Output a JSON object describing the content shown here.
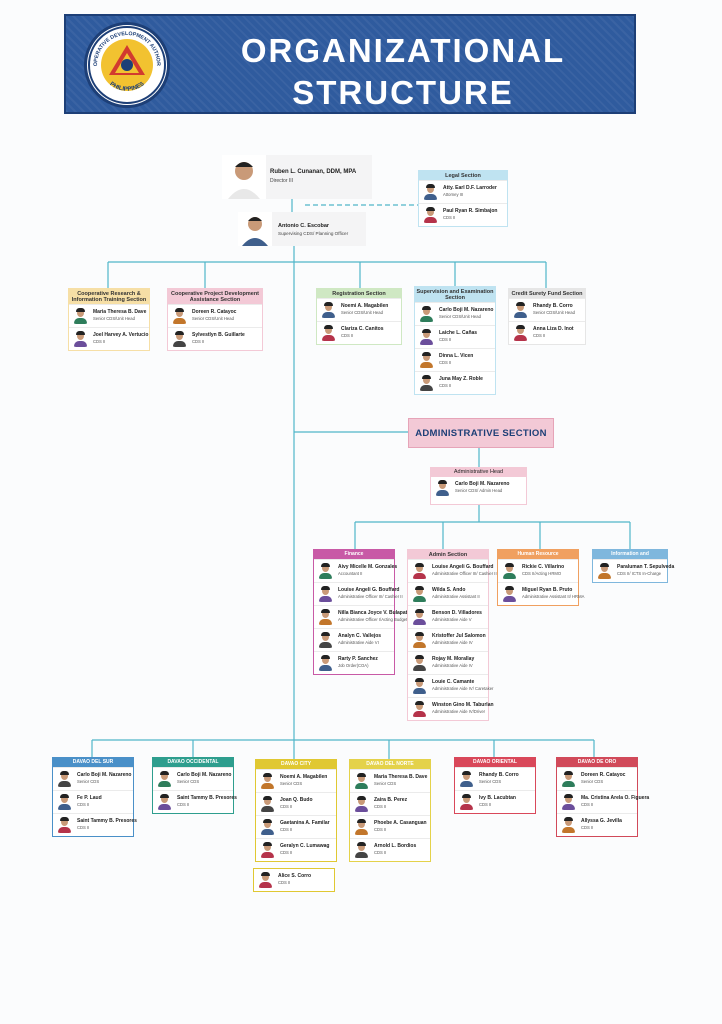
{
  "banner": {
    "title_line1": "ORGANIZATIONAL",
    "title_line2": "STRUCTURE",
    "logo_text": "COOPERATIVE DEVELOPMENT AUTHORITY",
    "logo_country": "PHILIPPINES"
  },
  "director": {
    "name": "Ruben L. Cunanan, DDM, MPA",
    "role": "Director III"
  },
  "assistant": {
    "name": "Antonio C. Escobar",
    "role": "Supervising CDS/ Planning Officer"
  },
  "sections_top": [
    {
      "title": "Legal Section",
      "color": "#bfe3f1",
      "members": [
        {
          "name": "Atty. Earl D.F. Larroder",
          "role": "Attorney III"
        },
        {
          "name": "Paul Ryan R. Simbajon",
          "role": "CDS II"
        }
      ]
    },
    {
      "title": "Cooperative Research & Information Training Section",
      "color": "#f6dfa6",
      "members": [
        {
          "name": "Maria Theresa B. Dave",
          "role": "Senior CDS/Unit Head"
        },
        {
          "name": "Joel Harvey A. Vertucio",
          "role": "CDS II"
        }
      ]
    },
    {
      "title": "Cooperative Project Development Assistance Section",
      "color": "#f3c9d6",
      "members": [
        {
          "name": "Doreen R. Catayoc",
          "role": "Senior CDS/Unit Head"
        },
        {
          "name": "Sylvestlyn B. Guillarte",
          "role": "CDS II"
        }
      ]
    },
    {
      "title": "Registration Section",
      "color": "#cfe8c3",
      "members": [
        {
          "name": "Noemi A. Magabilen",
          "role": "Senior CDS/Unit Head"
        },
        {
          "name": "Clariza C. Canitos",
          "role": "CDS II"
        }
      ]
    },
    {
      "title": "Supervision and Examination Section",
      "color": "#bfe3f1",
      "members": [
        {
          "name": "Carlo Boji M. Nazareno",
          "role": "Senior CDS/Unit Head"
        },
        {
          "name": "Laiche L. Cañas",
          "role": "CDS II"
        },
        {
          "name": "Dinna L. Vicen",
          "role": "CDS II"
        },
        {
          "name": "Juna May Z. Roble",
          "role": "CDS II"
        }
      ]
    },
    {
      "title": "Credit Surety Fund Section",
      "color": "#e6e6e6",
      "members": [
        {
          "name": "Rhandy B. Corro",
          "role": "Senior CDS/Unit Head"
        },
        {
          "name": "Anna Liza D. Inot",
          "role": "CDS II"
        }
      ]
    }
  ],
  "administrative": {
    "title": "ADMINISTRATIVE SECTION",
    "head_caption": "Administrative Head",
    "head": {
      "name": "Carlo Boji M. Nazareno",
      "role": "Senior CDS/ Admin Head"
    }
  },
  "admin_units": [
    {
      "title": "Finance",
      "color": "#c85aa6",
      "members": [
        {
          "name": "Aivy Micelle M. Gonzales",
          "role": "Accountant II"
        },
        {
          "name": "Louise Angeli G. Bouffard",
          "role": "Administrative Officer III/ Cashier II"
        },
        {
          "name": "Nilla Bianca Joyce V. Bulapat",
          "role": "Administrative Officer I/Acting Budget Officer"
        },
        {
          "name": "Analyn C. Vallejos",
          "role": "Administrative Aide VI"
        },
        {
          "name": "Rarty P. Sanchez",
          "role": "Job Order(COA)"
        }
      ]
    },
    {
      "title": "Admin Section",
      "color": "#f3c9d6",
      "members": [
        {
          "name": "Louise Angeli G. Bouffard",
          "role": "Administrative Officer III/ Cashier II"
        },
        {
          "name": "Wilda S. Ando",
          "role": "Administrative Assistant II"
        },
        {
          "name": "Benson D. Villadores",
          "role": "Administrative Aide V"
        },
        {
          "name": "Kristoffer Jul Salomon",
          "role": "Administrative Aide IV"
        },
        {
          "name": "Rojay M. Morallay",
          "role": "Administrative Aide IV"
        },
        {
          "name": "Louie C. Camante",
          "role": "Administrative Aide IV/ Caretaker"
        },
        {
          "name": "Winston Gino M. Taburlan",
          "role": "Administrative Aide IV/Driver"
        }
      ]
    },
    {
      "title": "Human Resource",
      "color": "#f0a060",
      "members": [
        {
          "name": "Rickie C. Villarino",
          "role": "CDS II/Acting HRMO"
        },
        {
          "name": "Miguel Ryan B. Pruto",
          "role": "Administrative Assistant II/ HRMA"
        }
      ]
    },
    {
      "title": "Information and Communications Technology Section",
      "color": "#7fb7dd",
      "members": [
        {
          "name": "Paraluman T. Sepulveda",
          "role": "CDS II/ ICTS In-Charge"
        }
      ]
    }
  ],
  "provinces": [
    {
      "title": "DAVAO DEL SUR",
      "color": "#4a90c8",
      "members": [
        {
          "name": "Carlo Boji M. Nazareno",
          "role": "Senior CDS"
        },
        {
          "name": "Fe P. Laud",
          "role": "CDS II"
        },
        {
          "name": "Saint Tammy B. Presores",
          "role": "CDS II"
        }
      ]
    },
    {
      "title": "DAVAO OCCIDENTAL",
      "color": "#2e9e8e",
      "members": [
        {
          "name": "Carlo Boji M. Nazareno",
          "role": "Senior CDS"
        },
        {
          "name": "Saint Tammy B. Presores",
          "role": "CDS II"
        }
      ]
    },
    {
      "title": "DAVAO CITY",
      "color": "#e0c832",
      "members": [
        {
          "name": "Noemi A. Magabilen",
          "role": "Senior CDS"
        },
        {
          "name": "Joan Q. Budo",
          "role": "CDS II"
        },
        {
          "name": "Gaetanina A. Familar",
          "role": "CDS II"
        },
        {
          "name": "Geralyn C. Lumawag",
          "role": "CDS II"
        }
      ]
    },
    {
      "title": "DAVAO DEL NORTE",
      "color": "#e4d24a",
      "members": [
        {
          "name": "Maria Theresa B. Dave",
          "role": "Senior CDS"
        },
        {
          "name": "Zaira B. Perez",
          "role": "CDS II"
        },
        {
          "name": "Phoebe A. Casanguan",
          "role": "CDS II"
        },
        {
          "name": "Arnold L. Bordios",
          "role": "CDS II"
        }
      ]
    },
    {
      "title": "DAVAO ORIENTAL",
      "color": "#d9485a",
      "members": [
        {
          "name": "Rhandy B. Corro",
          "role": "Senior CDS"
        },
        {
          "name": "Ivy B. Lacubtan",
          "role": "CDS II"
        }
      ]
    },
    {
      "title": "DAVAO DE ORO",
      "color": "#d14a5a",
      "members": [
        {
          "name": "Doreen R. Catayoc",
          "role": "Senior CDS"
        },
        {
          "name": "Ma. Cristina Arela O. Figuera",
          "role": "CDS II"
        },
        {
          "name": "Allyssa G. Jevilla",
          "role": "CDS II"
        }
      ]
    }
  ],
  "davao_city_extra": {
    "name": "Alice S. Corro",
    "role": "CDS II"
  }
}
